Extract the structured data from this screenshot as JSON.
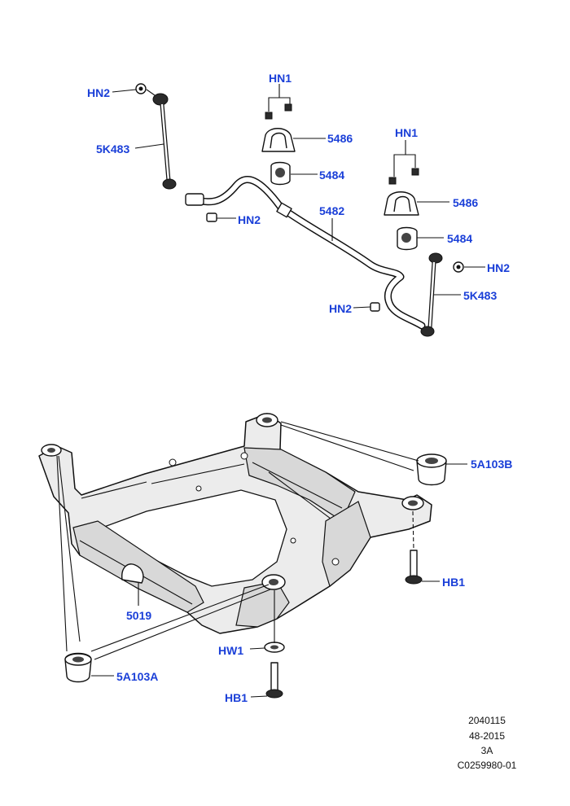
{
  "callouts": {
    "hn2_top": "HN2",
    "k483_left": "5K483",
    "hn2_mid": "HN2",
    "hn1_a": "HN1",
    "p5486_a": "5486",
    "p5484_a": "5484",
    "hn1_b": "HN1",
    "p5486_b": "5486",
    "p5482": "5482",
    "p5484_b": "5484",
    "hn2_right": "HN2",
    "k483_right": "5K483",
    "hn2_low": "HN2",
    "a103b": "5A103B",
    "hb1_right": "HB1",
    "p5019": "5019",
    "hw1": "HW1",
    "a103a": "5A103A",
    "hb1_bottom": "HB1"
  },
  "reference_block": [
    "2040115",
    "48-2015",
    "3A",
    "C0259980-01"
  ],
  "colors": {
    "label": "#1a3fd8",
    "line": "#111111",
    "frame_fill": "#ececec"
  }
}
